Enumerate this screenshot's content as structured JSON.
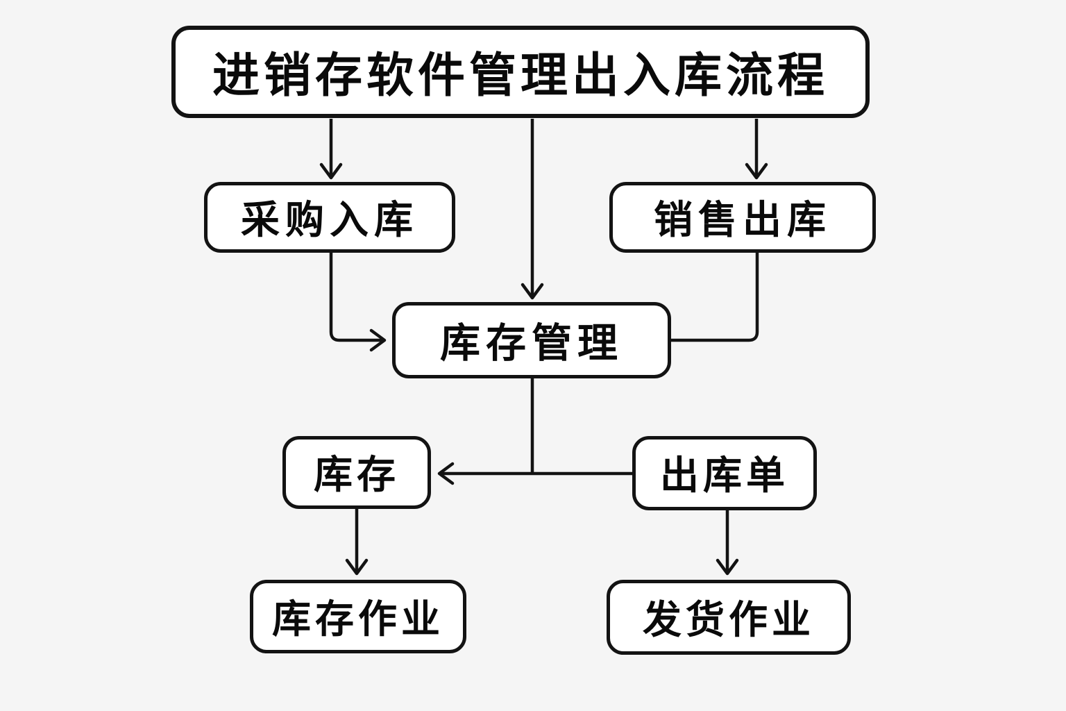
{
  "diagram": {
    "background_color": "#f5f5f5",
    "box_fill_color": "#ffffff",
    "line_color": "#131313",
    "text_color": "#0a0a0a",
    "title": "进销存软件管理出入库流程",
    "nodes": {
      "title": {
        "label": "进销存软件管理出入库流程"
      },
      "purchase_inbound": {
        "label": "采购入库"
      },
      "sales_outbound": {
        "label": "销售出库"
      },
      "inventory_management": {
        "label": "库存管理"
      },
      "inventory": {
        "label": "库存"
      },
      "outbound_order": {
        "label": "出库单"
      },
      "inventory_operations": {
        "label": "库存作业"
      },
      "shipping_operations": {
        "label": "发货作业"
      }
    },
    "edges": [
      {
        "from": "title",
        "to": "purchase_inbound",
        "arrowhead": true
      },
      {
        "from": "title",
        "to": "inventory_management",
        "arrowhead": true
      },
      {
        "from": "title",
        "to": "sales_outbound",
        "arrowhead": true
      },
      {
        "from": "purchase_inbound",
        "to": "inventory_management",
        "arrowhead": true
      },
      {
        "from": "sales_outbound",
        "to": "inventory_management",
        "arrowhead": false
      },
      {
        "from": "inventory_management",
        "to": "inventory",
        "arrowhead": true
      },
      {
        "from": "outbound_order",
        "to": "inventory",
        "arrowhead": true
      },
      {
        "from": "inventory",
        "to": "inventory_operations",
        "arrowhead": true
      },
      {
        "from": "outbound_order",
        "to": "shipping_operations",
        "arrowhead": true
      }
    ]
  }
}
